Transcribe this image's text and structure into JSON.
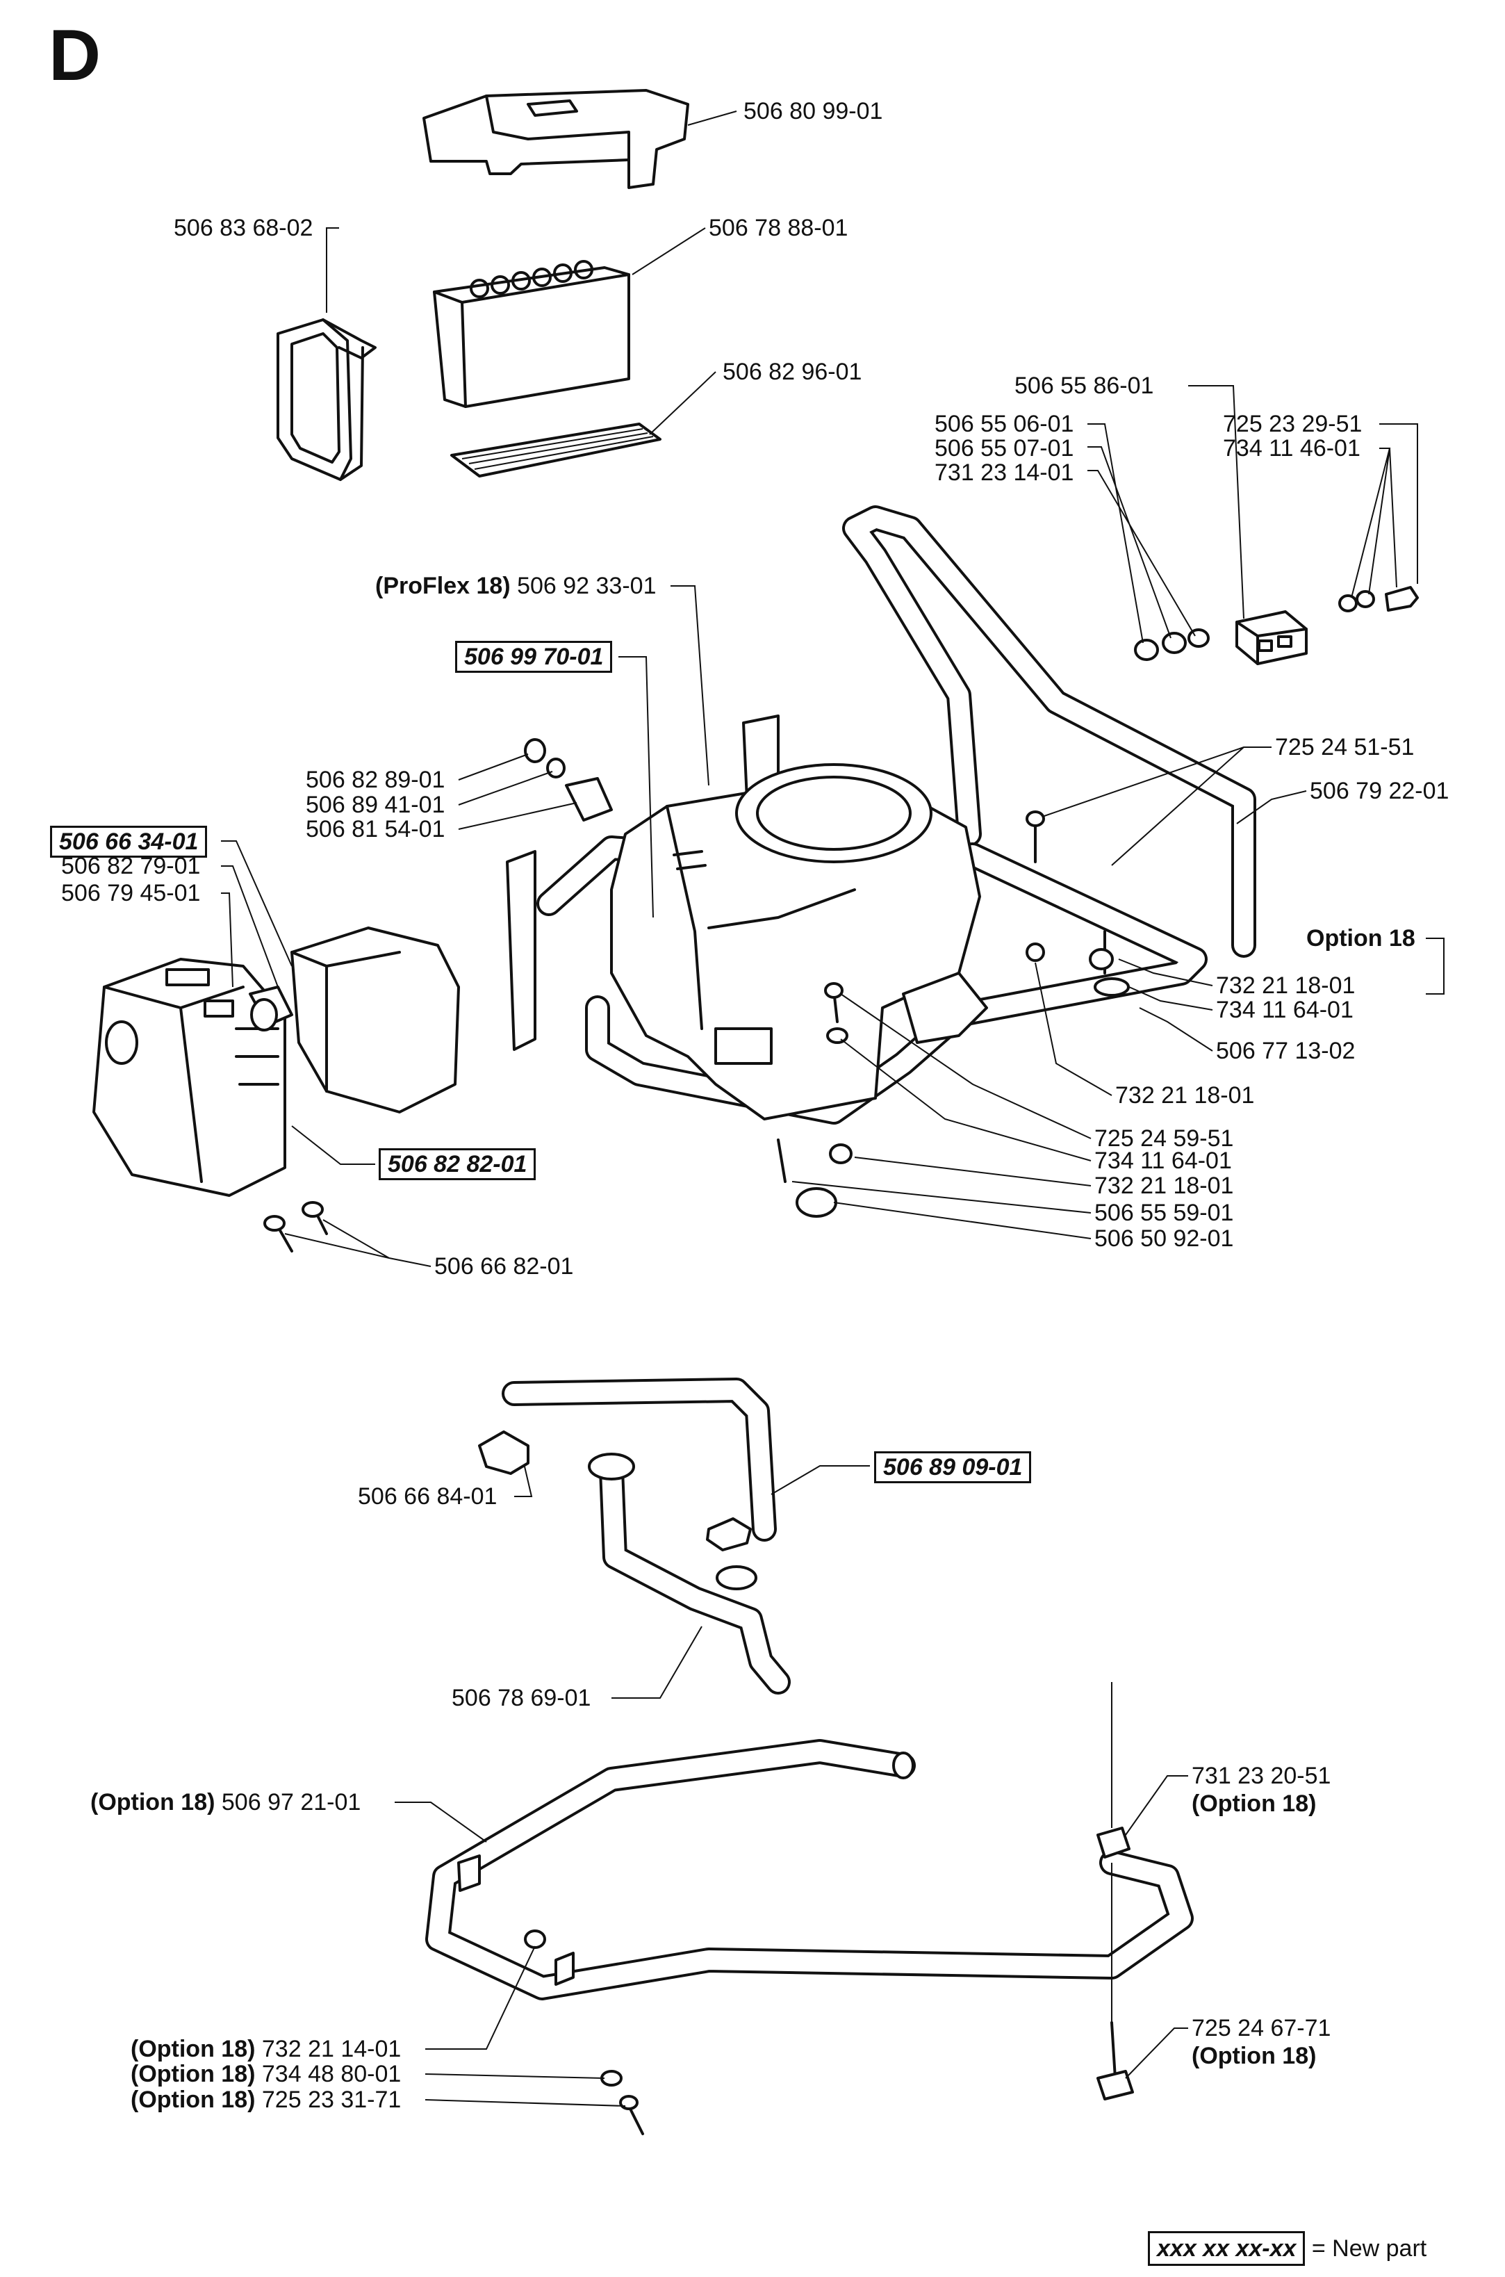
{
  "section": "D",
  "labels": {
    "l01": "506 80 99-01",
    "l02": "506 83 68-02",
    "l03": "506 78 88-01",
    "l04": "506 82 96-01",
    "l05": "506 55 86-01",
    "l06": "506 55 06-01",
    "l07": "506 55 07-01",
    "l08": "731 23 14-01",
    "l09": "725 23 29-51",
    "l10": "734 11 46-01",
    "l11_pre": "(ProFlex 18)",
    "l11": "506 92 33-01",
    "l12": "506 99 70-01",
    "l13": "506 82 89-01",
    "l14": "506 89 41-01",
    "l15": "506 81 54-01",
    "l16": "725 24 51-51",
    "l17": "506 79 22-01",
    "l18": "506 66 34-01",
    "l19": "506 82 79-01",
    "l20": "506 79 45-01",
    "l21": "732 21 18-01",
    "l22": "734 11 64-01",
    "l23": "506 77 13-02",
    "l24": "732 21 18-01",
    "l25": "725 24 59-51",
    "l26": "734 11 64-01",
    "l27": "732 21 18-01",
    "l28": "506 55 59-01",
    "l29": "506 50 92-01",
    "l30": "506 82 82-01",
    "l31": "506 66 82-01",
    "l32": "506 66 84-01",
    "l33": "506 89 09-01",
    "l34": "506 78 69-01",
    "l35_pre": "(Option 18)",
    "l35": "506 97 21-01",
    "l36": "731 23 20-51",
    "l36_sub": "(Option 18)",
    "l37": "725 24 67-71",
    "l37_sub": "(Option 18)",
    "l38_pre": "(Option 18)",
    "l38": "732 21 14-01",
    "l39_pre": "(Option 18)",
    "l39": "734 48 80-01",
    "l40_pre": "(Option 18)",
    "l40": "725 23 31-71"
  },
  "option_group": "Option 18",
  "legend": {
    "sample": "xxx xx xx-xx",
    "text": "= New part"
  }
}
